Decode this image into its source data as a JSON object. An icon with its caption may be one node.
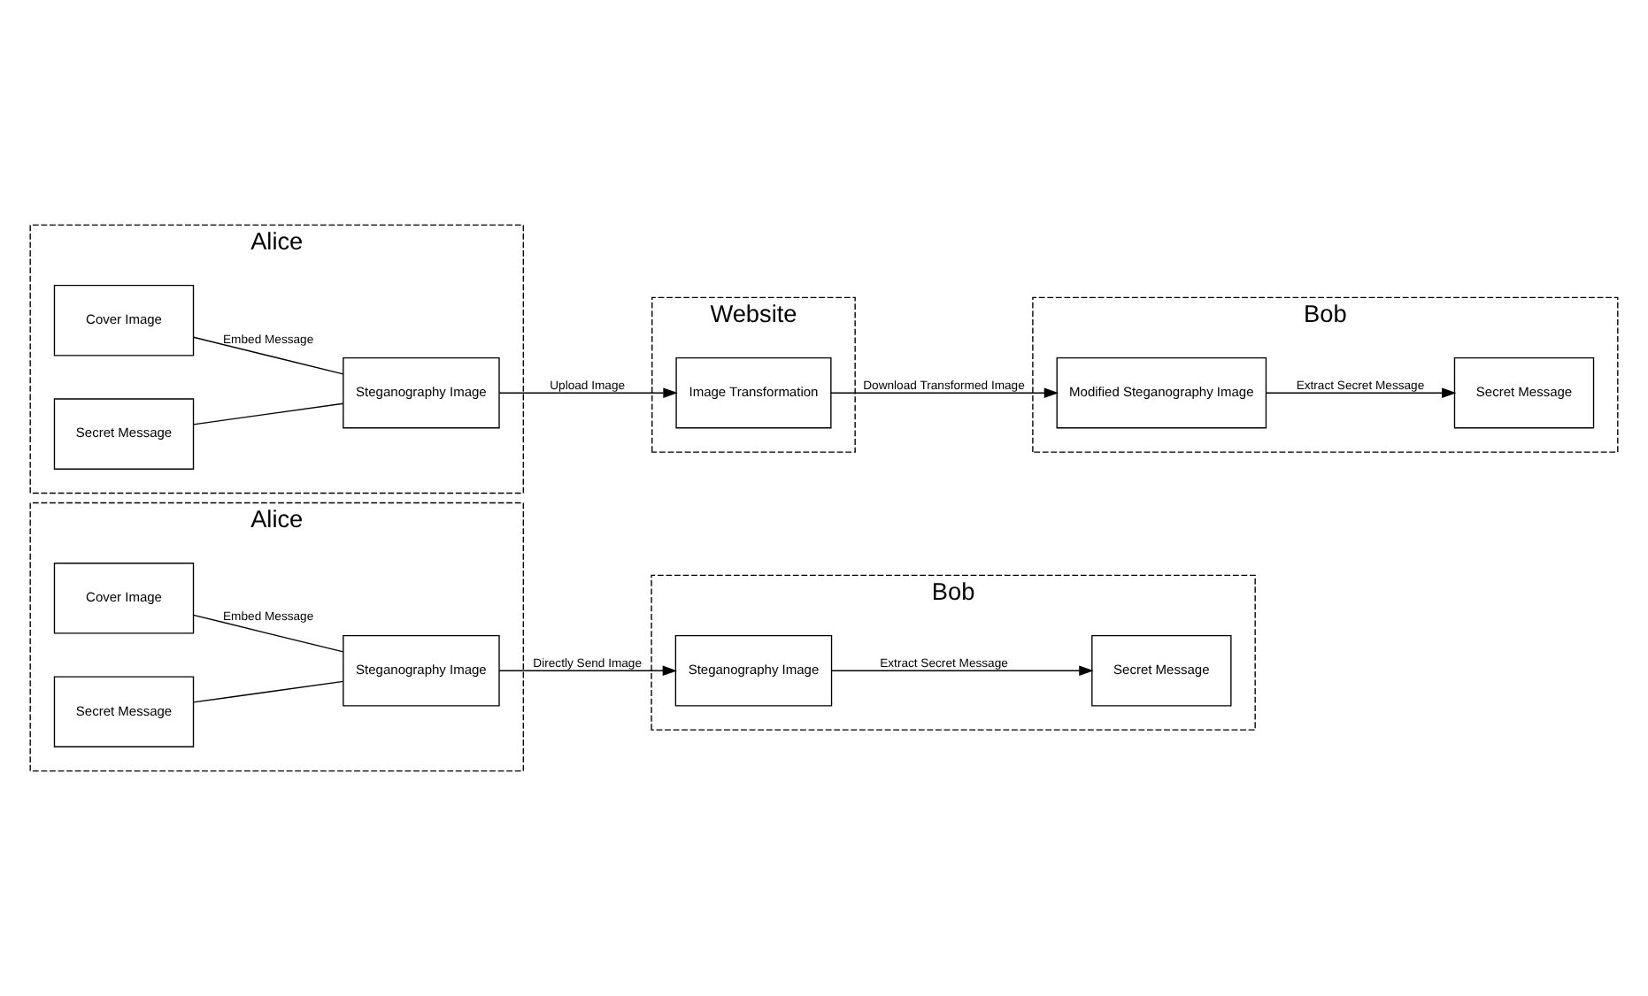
{
  "diagram": {
    "nodes": [
      {
        "text": [
          "Alice"
        ]
      },
      {
        "text": [
          "Cover Image"
        ],
        "in": 0
      },
      {
        "text": [
          "Steganography Image"
        ],
        "in": 0
      },
      {
        "text": [
          "Secret Message"
        ],
        "in": 0
      },
      {
        "text": [
          "Bob"
        ]
      },
      {
        "text": [
          "Steganography Image"
        ],
        "in": 4
      },
      {
        "text": [
          "Secret Message"
        ],
        "in": 4
      },
      {
        "text": [
          "Alice"
        ]
      },
      {
        "text": [
          "Cover Image"
        ],
        "in": 7
      },
      {
        "text": [
          "Steganography Image"
        ],
        "in": 7
      },
      {
        "text": [
          "Secret Message"
        ],
        "in": 7
      },
      {
        "text": [
          "Website"
        ]
      },
      {
        "text": [
          "Image Transformation"
        ],
        "in": 11
      },
      {
        "text": [
          "Bob"
        ]
      },
      {
        "text": [
          "Modified Steganography Image"
        ],
        "in": 13
      },
      {
        "text": [
          "Secret Message"
        ],
        "in": 13
      }
    ],
    "edges": [
      {
        "from": 1,
        "to": 2,
        "arrow": "none",
        "label": "Embed Message"
      },
      {
        "from": 3,
        "to": 2,
        "arrow": "none"
      },
      {
        "from": 2,
        "to": 5,
        "arrow": "to",
        "label": "Directly Send Image"
      },
      {
        "from": 5,
        "to": 6,
        "arrow": "to",
        "label": "Extract Secret Message"
      },
      {
        "from": 8,
        "to": 9,
        "arrow": "none",
        "label": "Embed Message"
      },
      {
        "from": 10,
        "to": 9,
        "arrow": "none"
      },
      {
        "from": 9,
        "to": 12,
        "arrow": "to",
        "label": "Upload Image"
      },
      {
        "from": 12,
        "to": 14,
        "arrow": "to",
        "label": "Download Transformed Image"
      },
      {
        "from": 14,
        "to": 15,
        "arrow": "to",
        "label": "Extract Secret Message"
      }
    ]
  }
}
